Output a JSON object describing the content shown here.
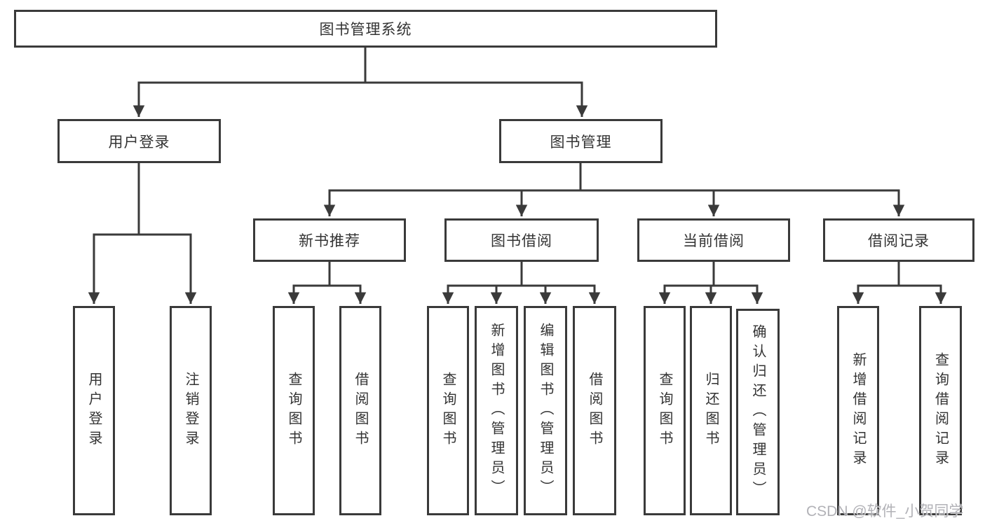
{
  "colors": {
    "line": "#3a3a3a",
    "text": "#333333",
    "background": "#ffffff",
    "watermark": "#aaaaaf"
  },
  "tree": {
    "label": "图书管理系统",
    "children": [
      {
        "label": "用户登录",
        "children": [
          {
            "label": "用户登录"
          },
          {
            "label": "注销登录"
          }
        ]
      },
      {
        "label": "图书管理",
        "children": [
          {
            "label": "新书推荐",
            "children": [
              {
                "label": "查询图书"
              },
              {
                "label": "借阅图书"
              }
            ]
          },
          {
            "label": "图书借阅",
            "children": [
              {
                "label": "查询图书"
              },
              {
                "label": "新增图书（管理员）"
              },
              {
                "label": "编辑图书（管理员）"
              },
              {
                "label": "借阅图书"
              }
            ]
          },
          {
            "label": "当前借阅",
            "children": [
              {
                "label": "查询图书"
              },
              {
                "label": "归还图书"
              },
              {
                "label": "确认归还（管理员）"
              }
            ]
          },
          {
            "label": "借阅记录",
            "children": [
              {
                "label": "新增借阅记录"
              },
              {
                "label": "查询借阅记录"
              }
            ]
          }
        ]
      }
    ]
  },
  "watermark": {
    "text": "CSDN @软件_小贺同学"
  }
}
